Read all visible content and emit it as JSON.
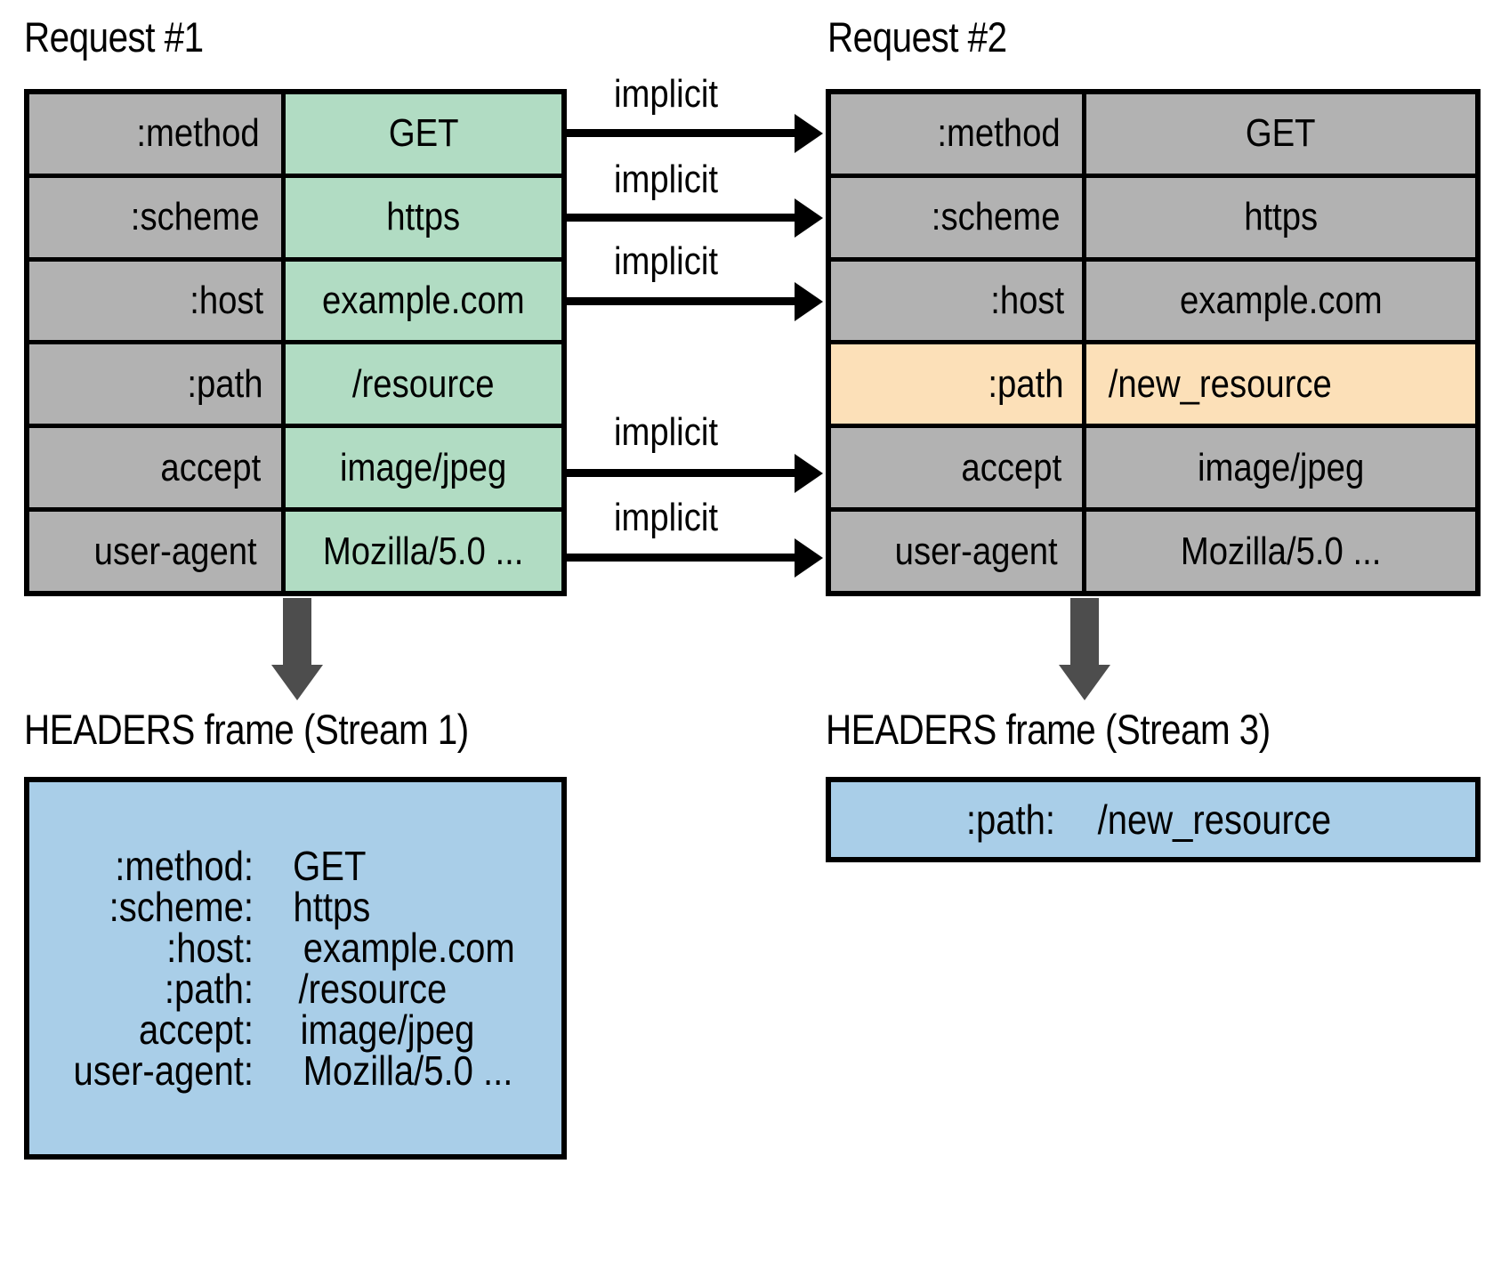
{
  "diagram": {
    "title_left": "Request #1",
    "title_right": "Request #2",
    "implicit_label": "implicit",
    "colors": {
      "grey": "#b2b2b2",
      "green": "#b1dcc3",
      "amber": "#fce0b8",
      "blue": "#a9cee8",
      "arrow_grey": "#4d4d4d",
      "line": "#000000"
    }
  },
  "request1": {
    "title": "Request #1",
    "rows": [
      {
        "name": ":method",
        "value": "GET",
        "name_fill": "grey",
        "value_fill": "green"
      },
      {
        "name": ":scheme",
        "value": "https",
        "name_fill": "grey",
        "value_fill": "green"
      },
      {
        "name": ":host",
        "value": "example.com",
        "name_fill": "grey",
        "value_fill": "green"
      },
      {
        "name": ":path",
        "value": "/resource",
        "name_fill": "grey",
        "value_fill": "green"
      },
      {
        "name": "accept",
        "value": "image/jpeg",
        "name_fill": "grey",
        "value_fill": "green"
      },
      {
        "name": "user-agent",
        "value": "Mozilla/5.0 ...",
        "name_fill": "grey",
        "value_fill": "green"
      }
    ]
  },
  "request2": {
    "title": "Request #2",
    "rows": [
      {
        "name": ":method",
        "value": "GET",
        "name_fill": "grey",
        "value_fill": "grey"
      },
      {
        "name": ":scheme",
        "value": "https",
        "name_fill": "grey",
        "value_fill": "grey"
      },
      {
        "name": ":host",
        "value": "example.com",
        "name_fill": "grey",
        "value_fill": "grey"
      },
      {
        "name": ":path",
        "value": "/new_resource",
        "name_fill": "amber",
        "value_fill": "amber"
      },
      {
        "name": "accept",
        "value": "image/jpeg",
        "name_fill": "grey",
        "value_fill": "grey"
      },
      {
        "name": "user-agent",
        "value": "Mozilla/5.0 ...",
        "name_fill": "grey",
        "value_fill": "grey"
      }
    ]
  },
  "implicit_arrows": [
    {
      "label": "implicit",
      "from_row": ":method"
    },
    {
      "label": "implicit",
      "from_row": ":scheme"
    },
    {
      "label": "implicit",
      "from_row": ":host"
    },
    {
      "label": "implicit",
      "from_row": "accept"
    },
    {
      "label": "implicit",
      "from_row": "user-agent"
    }
  ],
  "frame_left": {
    "title": "HEADERS frame (Stream 1)",
    "headers": [
      {
        "name": ":method:",
        "value": "GET"
      },
      {
        "name": ":scheme:",
        "value": "https"
      },
      {
        "name": ":host:",
        "value": "example.com"
      },
      {
        "name": ":path:",
        "value": "/resource"
      },
      {
        "name": "accept:",
        "value": "image/jpeg"
      },
      {
        "name": "user-agent:",
        "value": "Mozilla/5.0 ..."
      }
    ]
  },
  "frame_right": {
    "title": "HEADERS frame (Stream 3)",
    "headers": [
      {
        "name": ":path:",
        "value": "/new_resource"
      }
    ]
  }
}
